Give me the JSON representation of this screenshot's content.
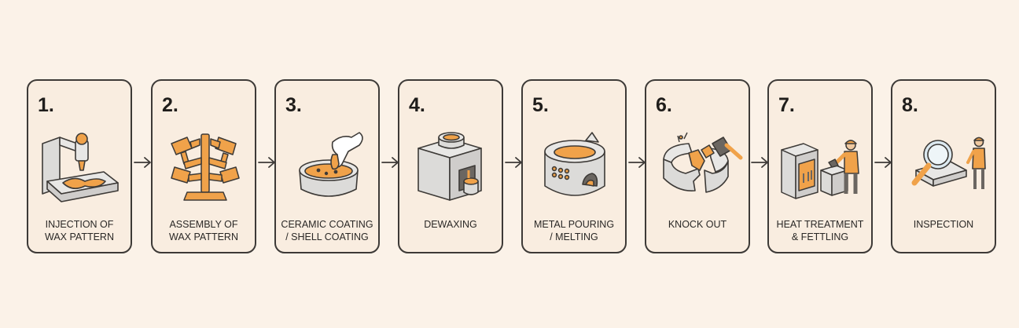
{
  "steps": [
    {
      "number": "1.",
      "label": "INJECTION OF\nWAX PATTERN",
      "icon": "wax-injection-machine-icon"
    },
    {
      "number": "2.",
      "label": "ASSEMBLY OF\nWAX PATTERN",
      "icon": "wax-tree-assembly-icon"
    },
    {
      "number": "3.",
      "label": "CERAMIC COATING\n/ SHELL COATING",
      "icon": "ceramic-dip-bowl-icon"
    },
    {
      "number": "4.",
      "label": "DEWAXING",
      "icon": "dewaxing-furnace-icon"
    },
    {
      "number": "5.",
      "label": "METAL POURING\n/ MELTING",
      "icon": "melting-furnace-icon"
    },
    {
      "number": "6.",
      "label": "KNOCK OUT",
      "icon": "knock-out-hammer-icon"
    },
    {
      "number": "7.",
      "label": "HEAT TREATMENT\n& FETTLING",
      "icon": "heat-treatment-worker-icon"
    },
    {
      "number": "8.",
      "label": "INSPECTION",
      "icon": "inspection-magnifier-icon"
    }
  ],
  "colors": {
    "accent": "#f0a24a",
    "outline": "#3d3a37",
    "metal": "#d9d8d6",
    "background": "#fbf2e8",
    "card": "#f9ede0"
  }
}
